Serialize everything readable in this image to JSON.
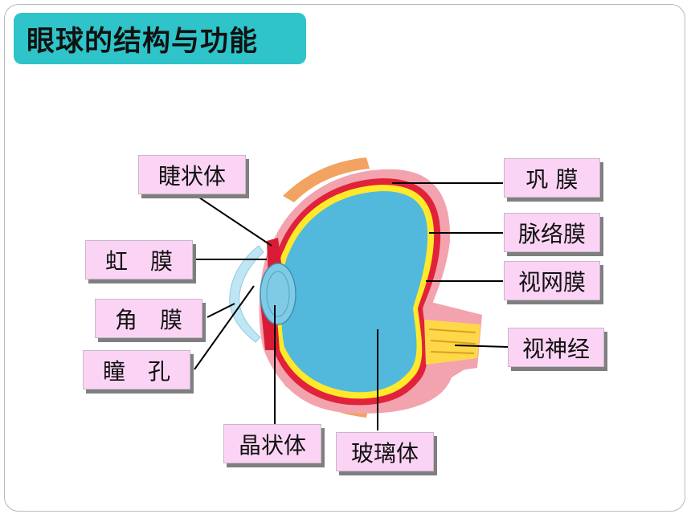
{
  "title": "眼球的结构与功能",
  "labels": {
    "ciliary_body": "睫状体",
    "iris": "虹　膜",
    "cornea": "角　膜",
    "pupil": "瞳　孔",
    "lens": "晶状体",
    "vitreous": "玻璃体",
    "sclera": "巩 膜",
    "choroid": "脉络膜",
    "retina": "视网膜",
    "optic_nerve": "视神经"
  },
  "colors": {
    "title_bg": "#2ec4c9",
    "label_bg": "#fbd4f5",
    "sclera": "#f3a3ad",
    "choroid": "#e0223a",
    "retina": "#ffe92a",
    "vitreous": "#52b9dc",
    "cornea": "#bfe6f4"
  }
}
